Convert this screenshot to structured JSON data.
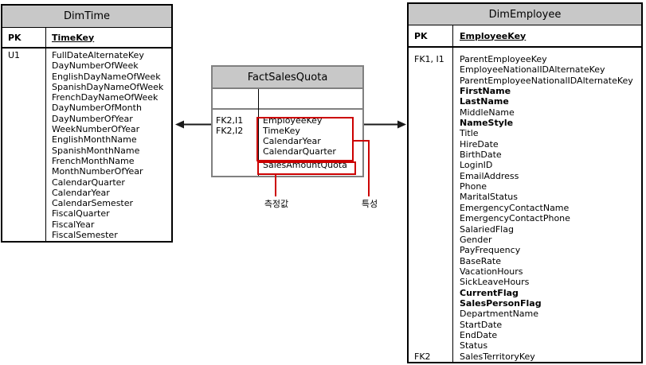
{
  "diagram": {
    "colors": {
      "header_fill": "#c8c8c8",
      "highlight_red": "#cc0000",
      "connector_black": "#1a1a1a"
    },
    "annotations": {
      "measure_label": "측정값",
      "attribute_label": "특성"
    },
    "tables": {
      "dim_time": {
        "title": "DimTime",
        "pk": {
          "tag": "PK",
          "column": "TimeKey"
        },
        "rows": [
          {
            "tag": "U1",
            "name": "FullDateAlternateKey"
          },
          {
            "name": "DayNumberOfWeek"
          },
          {
            "name": "EnglishDayNameOfWeek"
          },
          {
            "name": "SpanishDayNameOfWeek"
          },
          {
            "name": "FrenchDayNameOfWeek"
          },
          {
            "name": "DayNumberOfMonth"
          },
          {
            "name": "DayNumberOfYear"
          },
          {
            "name": "WeekNumberOfYear"
          },
          {
            "name": "EnglishMonthName"
          },
          {
            "name": "SpanishMonthName"
          },
          {
            "name": "FrenchMonthName"
          },
          {
            "name": "MonthNumberOfYear"
          },
          {
            "name": "CalendarQuarter"
          },
          {
            "name": "CalendarYear"
          },
          {
            "name": "CalendarSemester"
          },
          {
            "name": "FiscalQuarter"
          },
          {
            "name": "FiscalYear"
          },
          {
            "name": "FiscalSemester"
          }
        ]
      },
      "fact_sales_quota": {
        "title": "FactSalesQuota",
        "pk": {
          "tag": "",
          "column": ""
        },
        "rows": [
          {
            "tag": "FK2,I1",
            "name": "EmployeeKey"
          },
          {
            "tag": "FK2,I2",
            "name": "TimeKey"
          },
          {
            "name": "CalendarYear"
          },
          {
            "name": "CalendarQuarter"
          },
          {
            "name": "SalesAmountQuota"
          }
        ]
      },
      "dim_employee": {
        "title": "DimEmployee",
        "pk": {
          "tag": "PK",
          "column": "EmployeeKey"
        },
        "rows": [
          {
            "tag": "FK1, I1",
            "name": "ParentEmployeeKey"
          },
          {
            "name": "EmployeeNationalIDAlternateKey"
          },
          {
            "name": "ParentEmployeeNationalIDAlternateKey"
          },
          {
            "name": "FirstName",
            "bold": true
          },
          {
            "name": "LastName",
            "bold": true
          },
          {
            "name": "MiddleName"
          },
          {
            "name": "NameStyle",
            "bold": true
          },
          {
            "name": "Title"
          },
          {
            "name": "HireDate"
          },
          {
            "name": "BirthDate"
          },
          {
            "name": "LoginID"
          },
          {
            "name": "EmailAddress"
          },
          {
            "name": "Phone"
          },
          {
            "name": "MaritalStatus"
          },
          {
            "name": "EmergencyContactName"
          },
          {
            "name": "EmergencyContactPhone"
          },
          {
            "name": "SalariedFlag"
          },
          {
            "name": "Gender"
          },
          {
            "name": "PayFrequency"
          },
          {
            "name": "BaseRate"
          },
          {
            "name": "VacationHours"
          },
          {
            "name": "SickLeaveHours"
          },
          {
            "name": "CurrentFlag",
            "bold": true
          },
          {
            "name": "SalesPersonFlag",
            "bold": true
          },
          {
            "name": "DepartmentName"
          },
          {
            "name": "StartDate"
          },
          {
            "name": "EndDate"
          },
          {
            "name": "Status"
          },
          {
            "tag": "FK2",
            "name": "SalesTerritoryKey"
          }
        ]
      }
    }
  }
}
